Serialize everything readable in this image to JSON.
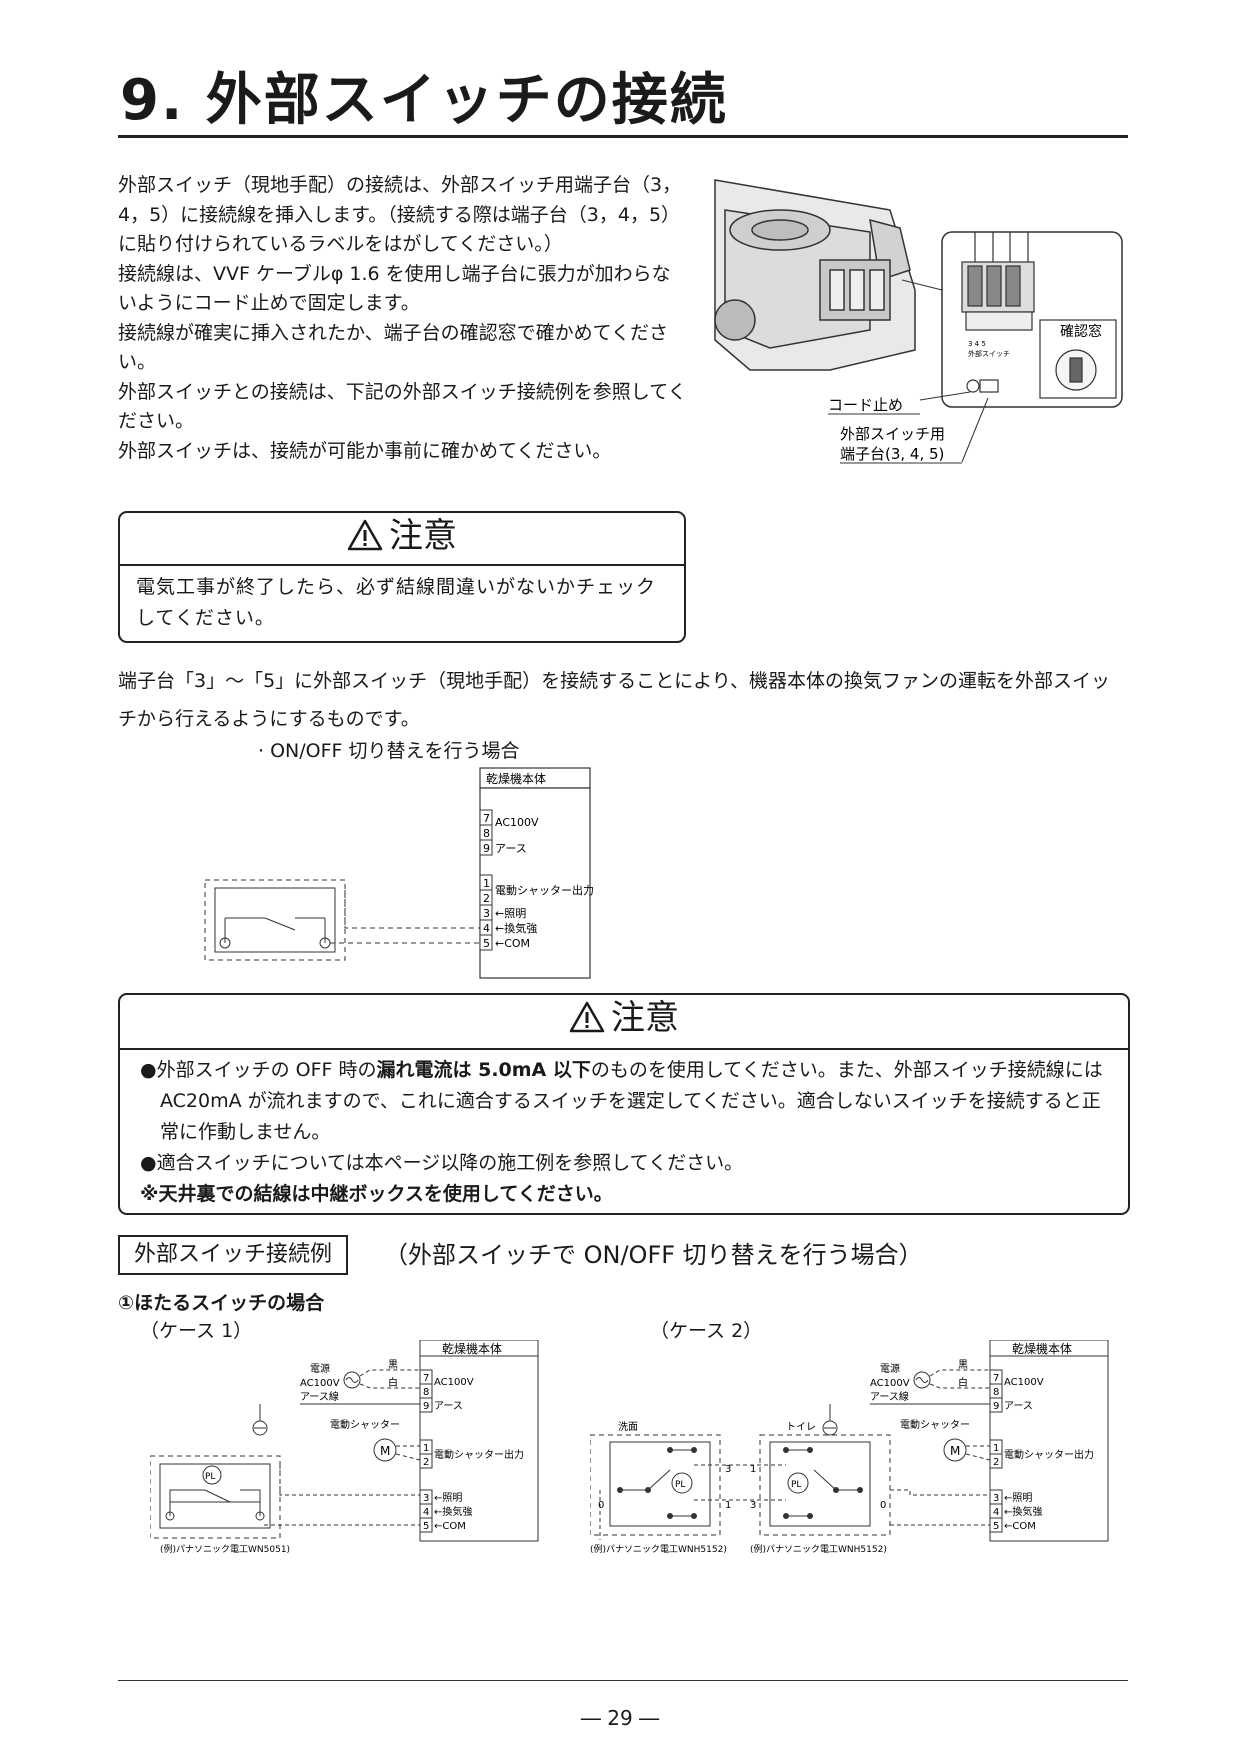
{
  "title": "9. 外部スイッチの接続",
  "intro": [
    "外部スイッチ（現地手配）の接続は、外部スイッチ用端子台（3，4，5）に接続線を挿入します。（接続する際は端子台（3，4，5）に貼り付けられているラベルをはがしてください。）",
    "接続線は、VVF ケーブルφ 1.6 を使用し端子台に張力が加わらないようにコード止めで固定します。",
    "接続線が確実に挿入されたか、端子台の確認窓で確かめてください。",
    "外部スイッチとの接続は、下記の外部スイッチ接続例を参照してください。",
    "外部スイッチは、接続が可能か事前に確かめてください。"
  ],
  "figure": {
    "callout_window": "確認窓",
    "callout_terminal_small": "3 4 5",
    "callout_terminal_small2": "外部スイッチ",
    "label_cord": "コード止め",
    "label_terminal_1": "外部スイッチ用",
    "label_terminal_2": "端子台(3, 4, 5)"
  },
  "caution_title": "注意",
  "caution1_text": "電気工事が終了したら、必ず結線間違いがないかチェックしてください。",
  "lead": "端子台「3」～「5」に外部スイッチ（現地手配）を接続することにより、機器本体の換気ファンの運転を外部スイッチから行えるようにするものです。",
  "case_onoff": "· ON/OFF 切り替えを行う場合",
  "wiring": {
    "unit": "乾燥機本体",
    "t7": "7",
    "t8": "8",
    "t9": "9",
    "t1": "1",
    "t2": "2",
    "t3": "3",
    "t4": "4",
    "t5": "5",
    "ac100v": "AC100V",
    "earth": "アース",
    "shutter_out": "電動シャッター出力",
    "light": "←照明",
    "vent": "←換気強",
    "com": "←COM"
  },
  "caution2": {
    "b1_pre": "●外部スイッチの OFF 時の",
    "b1_bold": "漏れ電流は 5.0mA 以下",
    "b1_post": "のものを使用してください。また、外部スイッチ接続線には AC20mA が流れますので、これに適合するスイッチを選定してください。適合しないスイッチを接続すると正常に作動しません。",
    "b2": "●適合スイッチについては本ページ以降の施工例を参照してください。",
    "b3": "※天井裏での結線は中継ボックスを使用してください。"
  },
  "section_box": "外部スイッチ接続例",
  "section_sub": "（外部スイッチで ON/OFF 切り替えを行う場合）",
  "sub1": "①ほたるスイッチの場合",
  "case1": "（ケース 1）",
  "case2": "（ケース 2）",
  "examples": {
    "power": "電源",
    "ac100v": "AC100V",
    "earth_wire": "アース線",
    "black": "黒",
    "white": "白",
    "shutter": "電動シャッター",
    "motor": "M",
    "pl": "PL",
    "wash": "洗面",
    "toilet": "トイレ",
    "n0": "0",
    "n1": "1",
    "n3": "3",
    "ex1": "(例)パナソニック電工WN5051)",
    "ex2a": "(例)パナソニック電工WNH5152)",
    "ex2b": "(例)パナソニック電工WNH5152)"
  },
  "page_number": "― 29 ―"
}
